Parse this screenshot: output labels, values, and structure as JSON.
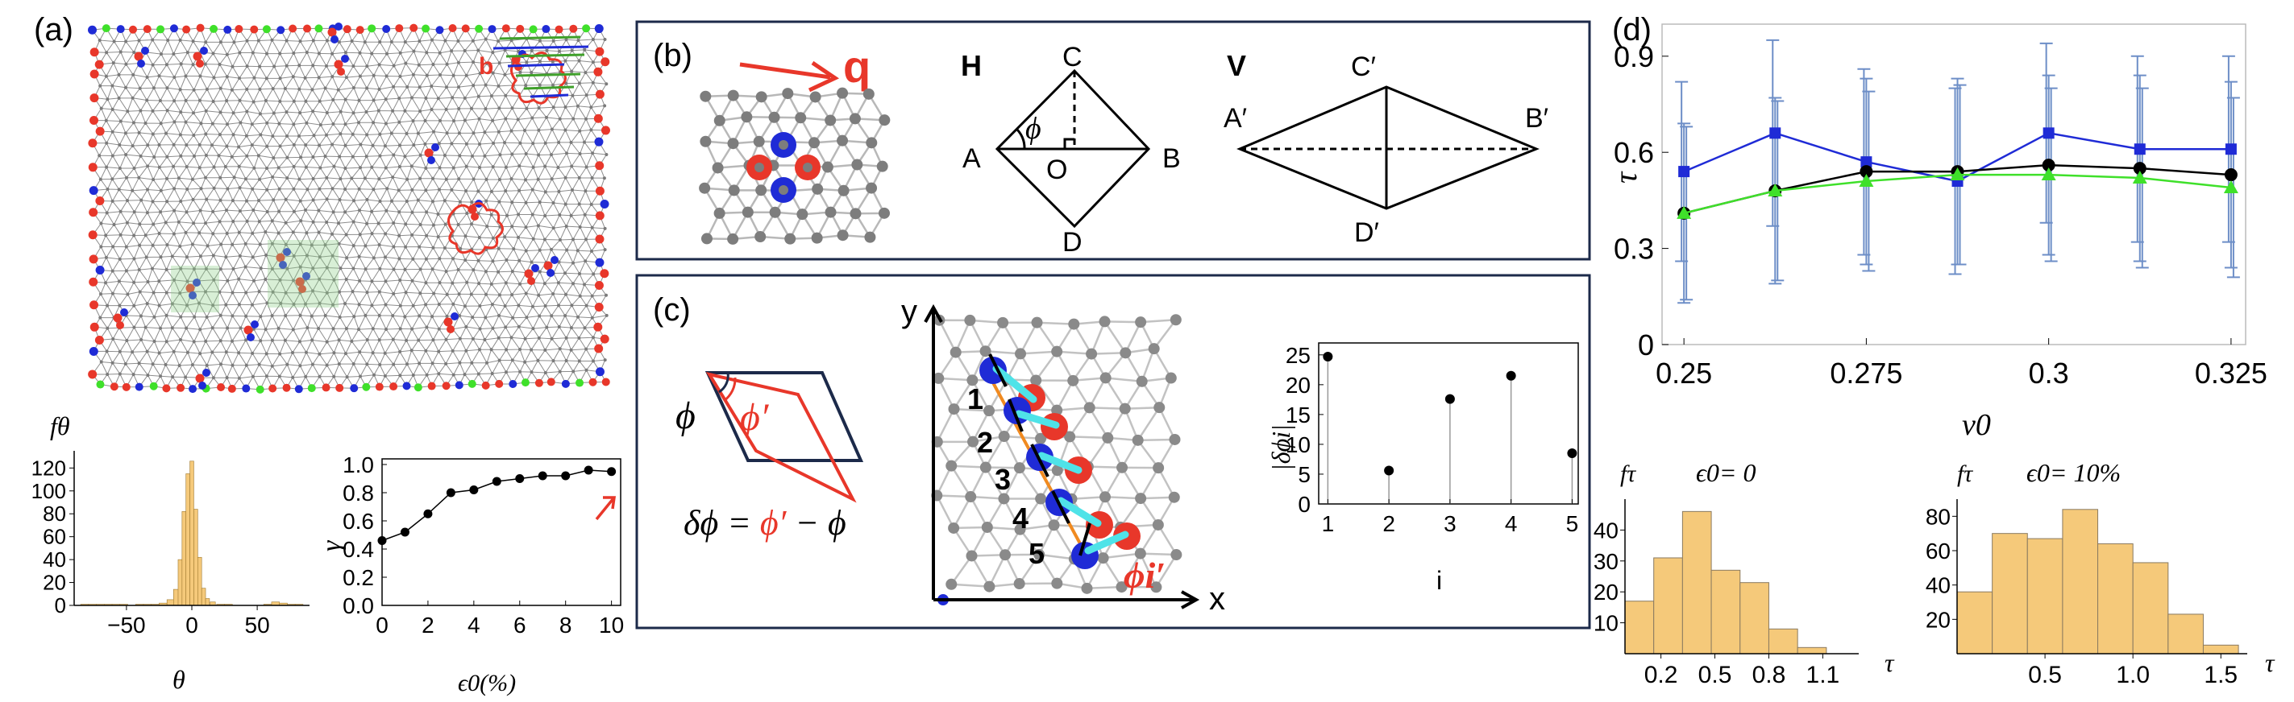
{
  "panel_labels": {
    "a": "(a)",
    "b": "(b)",
    "c": "(c)",
    "d": "(d)"
  },
  "colors": {
    "red": "#e8372a",
    "blue": "#1f2bd6",
    "green": "#3fe02a",
    "navy": "#1c2a4a",
    "orange": "#f5c97a",
    "errbar": "#6d8ec7",
    "cyan": "#4fe3e8"
  },
  "panel_a": {
    "inset_label": "b",
    "hist_theta": {
      "ylabel": "fθ",
      "xlabel": "θ"
    },
    "gamma_plot": {
      "ylabel": "γ",
      "xlabel": "ϵ0(%)"
    }
  },
  "panel_b": {
    "q_label": "q",
    "H": {
      "title": "H",
      "A": "A",
      "B": "B",
      "C": "C",
      "D": "D",
      "O": "O",
      "phi": "ϕ"
    },
    "V": {
      "title": "V",
      "A": "A′",
      "B": "B′",
      "C": "C′",
      "D": "D′"
    }
  },
  "panel_c": {
    "phi": "ϕ",
    "phi_prime": "ϕ′",
    "equation": {
      "lhs": "δϕ = ",
      "rhs_prime": "ϕ′",
      "rhs_rest": " − ϕ"
    },
    "axis_x": "x",
    "axis_y": "y",
    "numbers": [
      "1",
      "2",
      "3",
      "4",
      "5"
    ],
    "phi_i": "ϕi′",
    "dphi_plot": {
      "ylabel": "|δϕi|",
      "xlabel": "i"
    }
  },
  "panel_d": {
    "tau_plot": {
      "ylabel": "τ",
      "xlabel": "v0"
    },
    "hist_left": {
      "title": "ϵ0= 0",
      "ylabel": "fτ",
      "xlabel": "τ"
    },
    "hist_right": {
      "title": "ϵ0= 10%",
      "ylabel": "fτ",
      "xlabel": "τ"
    }
  },
  "chart_data": [
    {
      "id": "theta_hist",
      "type": "bar",
      "x": [
        -82,
        -76,
        -70,
        -64,
        -58,
        -52,
        -46,
        -40,
        -34,
        -28,
        -22,
        -16,
        -12,
        -9,
        -6,
        -3,
        0,
        3,
        6,
        9,
        12,
        16,
        22,
        28,
        34,
        40,
        46,
        52,
        58,
        64,
        70,
        76,
        82
      ],
      "values": [
        1,
        1,
        1,
        1,
        1,
        1,
        0,
        1,
        1,
        1,
        2,
        5,
        14,
        40,
        82,
        115,
        126,
        84,
        42,
        15,
        6,
        3,
        1,
        1,
        0,
        0,
        0,
        0,
        1,
        3,
        2,
        1,
        1
      ],
      "xticks": [
        -50,
        0,
        50
      ],
      "yticks": [
        0,
        20,
        40,
        60,
        80,
        100,
        120
      ],
      "xlim": [
        -90,
        90
      ],
      "ylim": [
        0,
        135
      ]
    },
    {
      "id": "gamma_vs_strain",
      "type": "line",
      "x": [
        0,
        1,
        2,
        3,
        4,
        5,
        6,
        7,
        8,
        9,
        10
      ],
      "values": [
        0.46,
        0.52,
        0.65,
        0.8,
        0.82,
        0.88,
        0.9,
        0.92,
        0.92,
        0.96,
        0.95
      ],
      "xticks": [
        0,
        2,
        4,
        6,
        8,
        10
      ],
      "yticks": [
        0.0,
        0.2,
        0.4,
        0.6,
        0.8,
        1.0
      ],
      "xlim": [
        0,
        10.4
      ],
      "ylim": [
        0,
        1.04
      ]
    },
    {
      "id": "dphi_vs_i",
      "type": "scatter",
      "x": [
        1,
        2,
        3,
        4,
        5
      ],
      "values": [
        24.7,
        5.6,
        17.6,
        21.5,
        8.5
      ],
      "xticks": [
        1,
        2,
        3,
        4,
        5
      ],
      "yticks": [
        0,
        5,
        10,
        15,
        20,
        25
      ],
      "xlim": [
        0.85,
        5.1
      ],
      "ylim": [
        0,
        27
      ]
    },
    {
      "id": "tau_vs_v0",
      "type": "line",
      "x": [
        0.25,
        0.2625,
        0.275,
        0.2875,
        0.3,
        0.3125,
        0.325
      ],
      "xticks": [
        0.25,
        0.275,
        0.3,
        0.325
      ],
      "xtick_labels": [
        "0.25",
        "0.275",
        "0.3",
        "0.325"
      ],
      "yticks": [
        0,
        0.3,
        0.6,
        0.9
      ],
      "ytick_labels": [
        "0",
        "0.3",
        "0.6",
        "0.9"
      ],
      "xlim": [
        0.247,
        0.327
      ],
      "ylim": [
        0,
        1.0
      ],
      "series": [
        {
          "color": "#1f2bd6",
          "marker": "square",
          "values": [
            0.54,
            0.66,
            0.57,
            0.51,
            0.66,
            0.61,
            0.61
          ],
          "err": [
            0.28,
            0.29,
            0.29,
            0.29,
            0.28,
            0.29,
            0.29
          ]
        },
        {
          "color": "#000000",
          "marker": "circle",
          "values": [
            0.41,
            0.48,
            0.54,
            0.54,
            0.56,
            0.55,
            0.53
          ],
          "err": [
            0.28,
            0.29,
            0.29,
            0.29,
            0.28,
            0.29,
            0.29
          ]
        },
        {
          "color": "#3fe02a",
          "marker": "triangle",
          "values": [
            0.41,
            0.48,
            0.51,
            0.53,
            0.53,
            0.52,
            0.49
          ],
          "err": [
            0.27,
            0.28,
            0.28,
            0.28,
            0.27,
            0.28,
            0.28
          ]
        }
      ]
    },
    {
      "id": "tau_hist_eps0",
      "type": "bar",
      "edges": [
        0,
        0.16,
        0.32,
        0.48,
        0.64,
        0.8,
        0.96,
        1.12,
        1.28
      ],
      "values": [
        17,
        31,
        46,
        27,
        23,
        8,
        2,
        0
      ],
      "xticks": [
        0.2,
        0.5,
        0.8,
        1.1
      ],
      "xtick_labels": [
        "0.2",
        "0.5",
        "0.8",
        "1.1"
      ],
      "yticks": [
        10,
        20,
        30,
        40
      ],
      "xlim": [
        0,
        1.3
      ],
      "ylim": [
        0,
        50
      ]
    },
    {
      "id": "tau_hist_eps10",
      "type": "bar",
      "edges": [
        0,
        0.2,
        0.4,
        0.6,
        0.8,
        1.0,
        1.2,
        1.4,
        1.6
      ],
      "values": [
        36,
        70,
        67,
        84,
        64,
        53,
        23,
        5
      ],
      "xticks": [
        0.5,
        1.0,
        1.5
      ],
      "xtick_labels": [
        "0.5",
        "1.0",
        "1.5"
      ],
      "yticks": [
        20,
        40,
        60,
        80
      ],
      "xlim": [
        0,
        1.65
      ],
      "ylim": [
        0,
        90
      ]
    }
  ]
}
